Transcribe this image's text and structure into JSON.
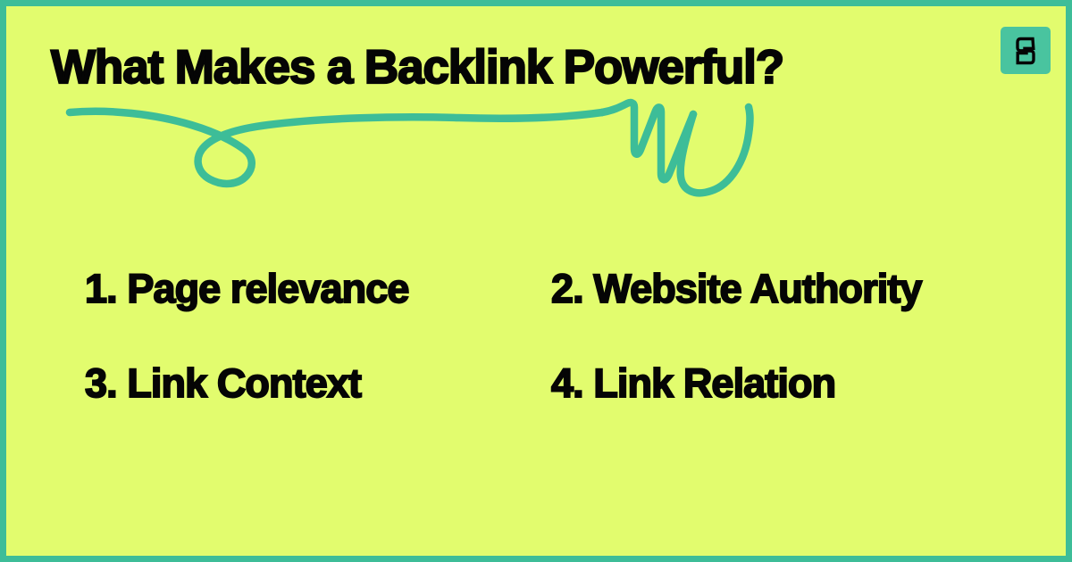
{
  "poster": {
    "background_color": "#e2fc6e",
    "border_color": "#3dbd98",
    "accent_color": "#3dbd98",
    "text_color": "#050505"
  },
  "logo": {
    "name": "semrush-s-logo",
    "letter": "S",
    "badge_color": "#49c49f",
    "glyph_color": "#050505"
  },
  "heading": {
    "title": "What Makes a Backlink Powerful?"
  },
  "decoration": {
    "underline_swoosh": "hand-drawn-swoosh-underline",
    "stroke_color": "#3dbd98"
  },
  "list": {
    "items": [
      {
        "number": "1.",
        "label": "Page relevance",
        "text": "1. Page relevance"
      },
      {
        "number": "2.",
        "label": "Website Authority",
        "text": "2. Website Authority"
      },
      {
        "number": "3.",
        "label": "Link Context",
        "text": "3. Link Context"
      },
      {
        "number": "4.",
        "label": "Link Relation",
        "text": "4. Link Relation"
      }
    ]
  }
}
